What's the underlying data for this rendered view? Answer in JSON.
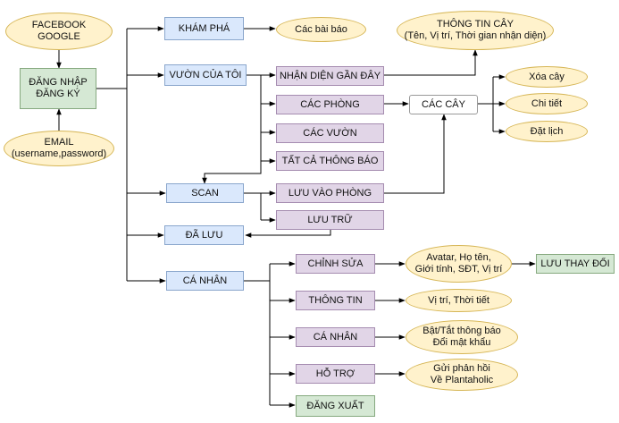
{
  "nodes": {
    "facebook_google": {
      "lines": [
        "FACEBOOK",
        "GOOGLE"
      ]
    },
    "dang_nhap": {
      "lines": [
        "ĐĂNG NHẬP",
        "ĐĂNG KÝ"
      ]
    },
    "email": {
      "lines": [
        "EMAIL",
        "(username,password)"
      ]
    },
    "kham_pha": {
      "label": "KHÁM PHÁ"
    },
    "cac_bai_bao": {
      "label": "Các bài báo"
    },
    "vuon_cua_toi": {
      "label": "VƯỜN CỦA TÔI"
    },
    "nhan_dien": {
      "label": "NHẬN DIỆN GẦN ĐÂY"
    },
    "thong_tin_cay": {
      "lines": [
        "THÔNG TIN CÂY",
        "(Tên, Vị trí, Thời gian nhận diện)"
      ]
    },
    "cac_phong": {
      "label": "CÁC PHÒNG"
    },
    "cac_cay": {
      "label": "CÁC CÂY"
    },
    "xoa_cay": {
      "label": "Xóa cây"
    },
    "chi_tiet": {
      "label": "Chi tiết"
    },
    "dat_lich": {
      "label": "Đặt lịch"
    },
    "cac_vuon": {
      "label": "CÁC VƯỜN"
    },
    "tat_ca_thong_bao": {
      "label": "TẤT CẢ THÔNG BÁO"
    },
    "scan": {
      "label": "SCAN"
    },
    "luu_vao_phong": {
      "label": "LƯU VÀO PHÒNG"
    },
    "luu_tru": {
      "label": "LƯU TRỮ"
    },
    "da_luu": {
      "label": "ĐÃ LƯU"
    },
    "ca_nhan": {
      "label": "CÁ NHÂN"
    },
    "chinh_sua": {
      "label": "CHỈNH SỬA"
    },
    "avatar": {
      "lines": [
        "Avatar, Họ tên,",
        "Giới tính, SĐT, Vị trí"
      ]
    },
    "luu_thay_doi": {
      "label": "LƯU THAY ĐỔI"
    },
    "thong_tin": {
      "label": "THÔNG TIN"
    },
    "vi_tri": {
      "label": "Vị trí, Thời tiết"
    },
    "ca_nhan_sub": {
      "label": "CÁ NHÂN"
    },
    "bat_tat": {
      "lines": [
        "Bật/Tắt thông báo",
        "Đổi mật khẩu"
      ]
    },
    "ho_tro": {
      "label": "HỖ TRỢ"
    },
    "gui_phan_hoi": {
      "lines": [
        "Gửi phản hồi",
        "Về Plantaholic"
      ]
    },
    "dang_xuat": {
      "label": "ĐĂNG XUẤT"
    }
  },
  "colors": {
    "blue_fill": "#dae8fc",
    "purple_fill": "#e1d5e7",
    "green_fill": "#d5e8d4",
    "yellow_fill": "#fff2cc",
    "line": "#000000"
  }
}
